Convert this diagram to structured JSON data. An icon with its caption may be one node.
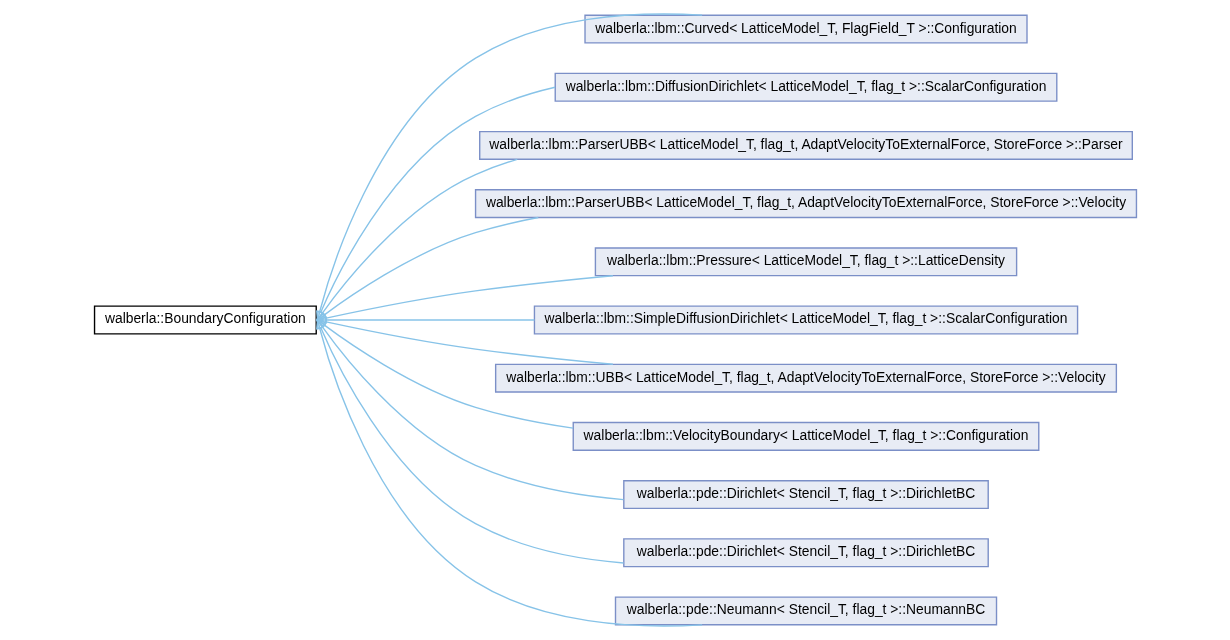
{
  "diagram": {
    "nodes": [
      {
        "text": [
          "walberla::BoundaryConfiguration"
        ]
      },
      {
        "text": [
          "walberla::lbm::Curved< LatticeModel_T, FlagField_T >::Configuration"
        ]
      },
      {
        "text": [
          "walberla::lbm::DiffusionDirichlet< LatticeModel_T, flag_t >::ScalarConfiguration"
        ]
      },
      {
        "text": [
          "walberla::lbm::ParserUBB< LatticeModel_T, flag_t, AdaptVelocityToExternalForce, StoreForce >::Parser"
        ]
      },
      {
        "text": [
          "walberla::lbm::ParserUBB< LatticeModel_T, flag_t, AdaptVelocityToExternalForce, StoreForce >::Velocity"
        ]
      },
      {
        "text": [
          "walberla::lbm::Pressure< LatticeModel_T, flag_t >::LatticeDensity"
        ]
      },
      {
        "text": [
          "walberla::lbm::SimpleDiffusionDirichlet< LatticeModel_T, flag_t >::ScalarConfiguration"
        ]
      },
      {
        "text": [
          "walberla::lbm::UBB< LatticeModel_T, flag_t, AdaptVelocityToExternalForce, StoreForce >::Velocity"
        ]
      },
      {
        "text": [
          "walberla::lbm::VelocityBoundary< LatticeModel_T, flag_t >::Configuration"
        ]
      },
      {
        "text": [
          "walberla::pde::Dirichlet< Stencil_T, flag_t >::DirichletBC"
        ]
      },
      {
        "text": [
          "walberla::pde::Dirichlet< Stencil_T, flag_t >::DirichletBC"
        ]
      },
      {
        "text": [
          "walberla::pde::Neumann< Stencil_T, flag_t >::NeumannBC"
        ]
      }
    ],
    "edges": [
      {
        "from": 1,
        "to": 0,
        "arrow": "to"
      },
      {
        "from": 2,
        "to": 0,
        "arrow": "to"
      },
      {
        "from": 3,
        "to": 0,
        "arrow": "to"
      },
      {
        "from": 4,
        "to": 0,
        "arrow": "to"
      },
      {
        "from": 5,
        "to": 0,
        "arrow": "to"
      },
      {
        "from": 6,
        "to": 0,
        "arrow": "to"
      },
      {
        "from": 7,
        "to": 0,
        "arrow": "to"
      },
      {
        "from": 8,
        "to": 0,
        "arrow": "to"
      },
      {
        "from": 9,
        "to": 0,
        "arrow": "to"
      },
      {
        "from": 10,
        "to": 0,
        "arrow": "to"
      },
      {
        "from": 11,
        "to": 0,
        "arrow": "to"
      }
    ]
  }
}
